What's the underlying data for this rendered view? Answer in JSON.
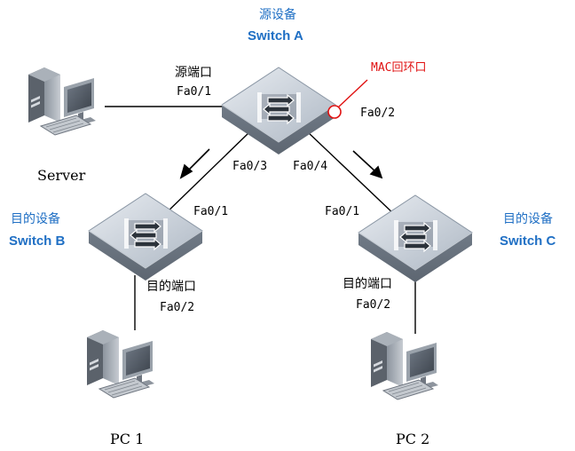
{
  "switch_a": {
    "role": "源设备",
    "name": "Switch A",
    "src_port_label": "源端口",
    "port_fa01": "Fa0/1",
    "loop_label": "MAC回环口",
    "port_fa02": "Fa0/2",
    "port_fa03": "Fa0/3",
    "port_fa04": "Fa0/4"
  },
  "switch_b": {
    "role": "目的设备",
    "name": "Switch B",
    "port_uplink": "Fa0/1",
    "dst_port_label": "目的端口",
    "port_down": "Fa0/2"
  },
  "switch_c": {
    "role": "目的设备",
    "name": "Switch C",
    "port_uplink": "Fa0/1",
    "dst_port_label": "目的端口",
    "port_down": "Fa0/2"
  },
  "server": {
    "label": "Server"
  },
  "pc1": {
    "label": "PC 1"
  },
  "pc2": {
    "label": "PC 2"
  },
  "colors": {
    "accent_blue": "#1f6fc4",
    "loopback_red": "#e01010",
    "switch_body": "#9aa6b4",
    "link_line": "#000000"
  },
  "icons": {
    "switch": "switch-icon",
    "server": "server-computer-icon",
    "pc": "desktop-computer-icon",
    "flow_arrow": "arrow-icon",
    "loopback_port": "loopback-port-circle-icon"
  }
}
